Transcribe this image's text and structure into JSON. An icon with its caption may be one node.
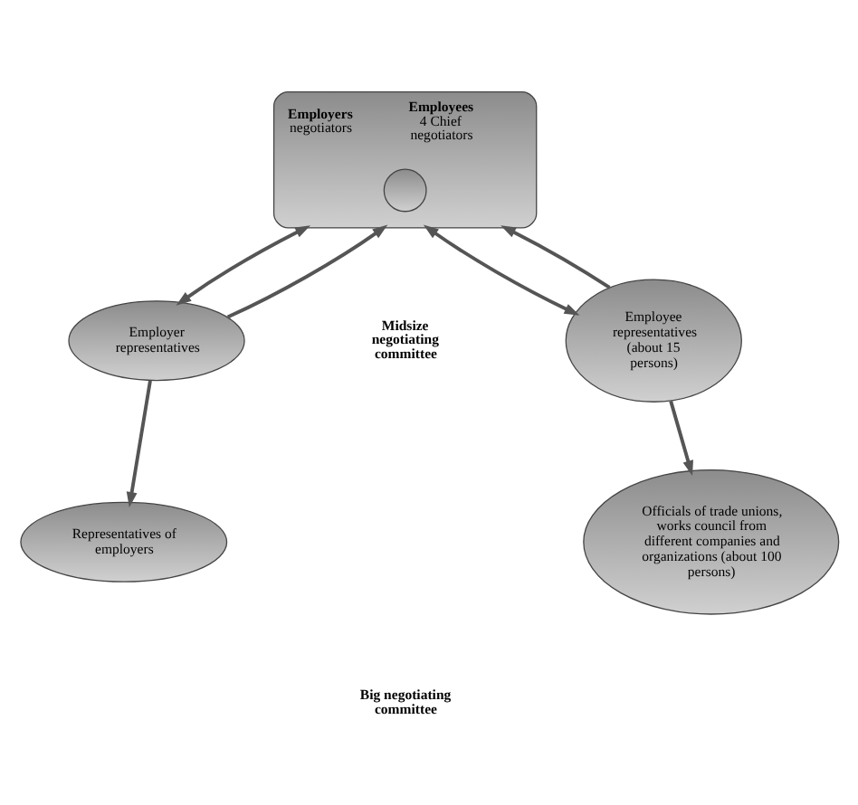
{
  "diagram": {
    "nodes": [
      {
        "text": [
          "**Employers** negotiators",
          "**Employees** 4 Chief negotiators"
        ]
      },
      {
        "text": [],
        "shape": "circle",
        "in": 0
      },
      {
        "text": [
          "Employer representatives"
        ]
      },
      {
        "text": [
          "Employee representatives (about 15 persons)"
        ]
      },
      {
        "text": [
          "Representatives of employers"
        ]
      },
      {
        "text": [
          "Officials of trade unions, works council from different companies and organizations (about 100 persons)"
        ]
      }
    ],
    "edges": [
      {
        "from": 0,
        "to": 2,
        "arrow": "both"
      },
      {
        "from": 2,
        "to": 0,
        "arrow": "to"
      },
      {
        "from": 0,
        "to": 3,
        "arrow": "both"
      },
      {
        "from": 3,
        "to": 0,
        "arrow": "to"
      },
      {
        "from": 2,
        "to": 4,
        "arrow": "to"
      },
      {
        "from": 3,
        "to": 5,
        "arrow": "to"
      }
    ],
    "labels": [
      "Midsize negotiating committee",
      "Big negotiating committee"
    ]
  }
}
